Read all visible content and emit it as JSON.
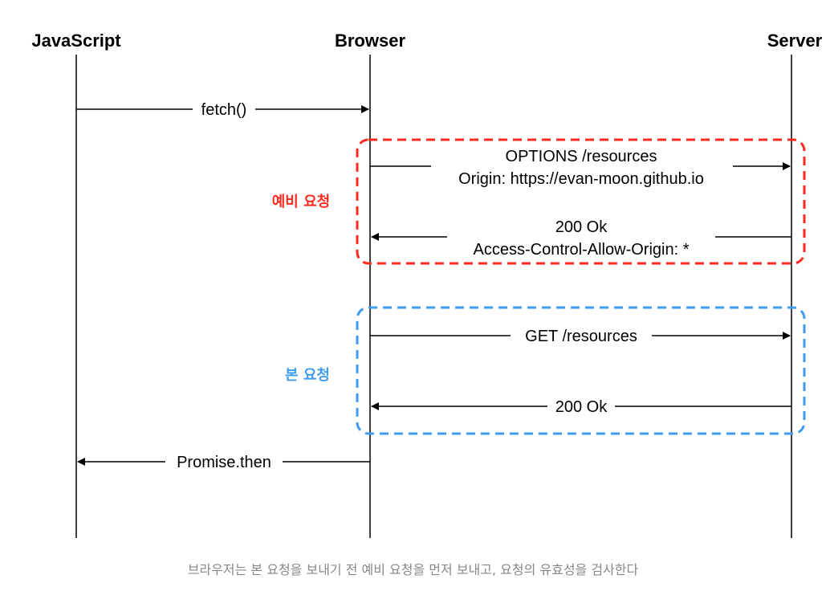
{
  "actors": {
    "javascript": "JavaScript",
    "browser": "Browser",
    "server": "Server"
  },
  "messages": {
    "fetch": "fetch()",
    "options_line1": "OPTIONS /resources",
    "options_line2": "Origin: https://evan-moon.github.io",
    "preflight_response_line1": "200 Ok",
    "preflight_response_line2": "Access-Control-Allow-Origin: *",
    "get": "GET /resources",
    "get_response": "200 Ok",
    "promise_then": "Promise.then"
  },
  "phases": {
    "preflight": {
      "label": "예비 요청",
      "color": "#ff2a1f"
    },
    "main": {
      "label": "본 요청",
      "color": "#3f9bf0"
    }
  },
  "caption": "브라우저는 본 요청을 보내기 전 예비 요청을 먼저 보내고, 요청의 유효성을 검사한다"
}
